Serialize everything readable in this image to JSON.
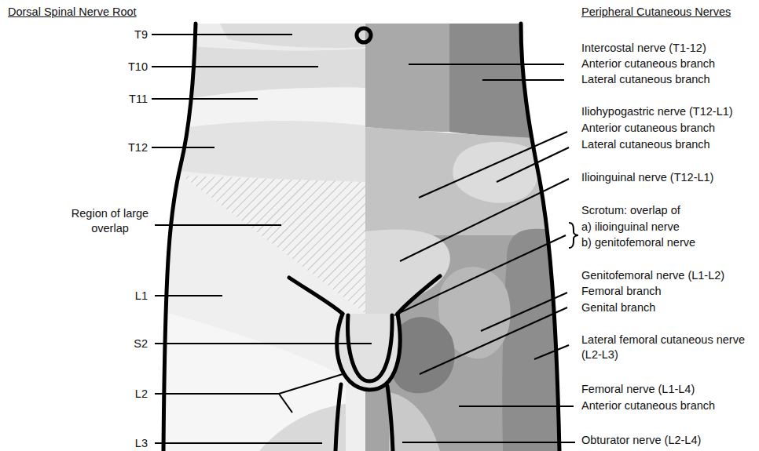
{
  "diagram": {
    "labels": [
      "Dorsal Spinal Nerve Root",
      "T9",
      "T10",
      "T11",
      "T12",
      "Region of large overlap",
      "L1",
      "S2",
      "L2",
      "L3",
      "Peripheral Cutaneous Nerves",
      "Intercostal nerve (T1-12)",
      "Anterior cutaneous branch",
      "Lateral cutaneous branch",
      "Iliohypogastric nerve (T12-L1)",
      "Anterior cutaneous branch",
      "Lateral cutaneous branch",
      "Ilioinguinal nerve (T12-L1)",
      "Scrotum: overlap of",
      "a) ilioinguinal nerve",
      "b) genitofemoral nerve",
      "Genitofemoral nerve (L1-L2)",
      "Femoral branch",
      "Genital branch",
      "Lateral femoral cutaneous nerve (L2-L3)",
      "Femoral nerve (L1-L4)",
      "Anterior cutaneous branch",
      "Obturator nerve (L2-L4)"
    ]
  }
}
